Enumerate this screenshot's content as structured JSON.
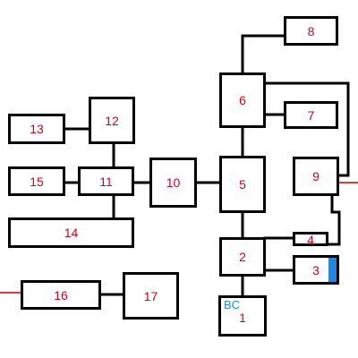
{
  "boxes": [
    {
      "id": "1",
      "label": "1",
      "tag": "BC"
    },
    {
      "id": "2",
      "label": "2"
    },
    {
      "id": "3",
      "label": "3",
      "indicator_color": "#1e88e5"
    },
    {
      "id": "4",
      "label": "4"
    },
    {
      "id": "5",
      "label": "5"
    },
    {
      "id": "6",
      "label": "6"
    },
    {
      "id": "7",
      "label": "7"
    },
    {
      "id": "8",
      "label": "8"
    },
    {
      "id": "9",
      "label": "9"
    },
    {
      "id": "10",
      "label": "10"
    },
    {
      "id": "11",
      "label": "11"
    },
    {
      "id": "12",
      "label": "12"
    },
    {
      "id": "13",
      "label": "13"
    },
    {
      "id": "14",
      "label": "14"
    },
    {
      "id": "15",
      "label": "15"
    },
    {
      "id": "16",
      "label": "16"
    },
    {
      "id": "17",
      "label": "17"
    }
  ],
  "colors": {
    "label": "#d0021b",
    "tag": "#1e88e5",
    "external_line": "#e53935",
    "connector": "#000000"
  }
}
